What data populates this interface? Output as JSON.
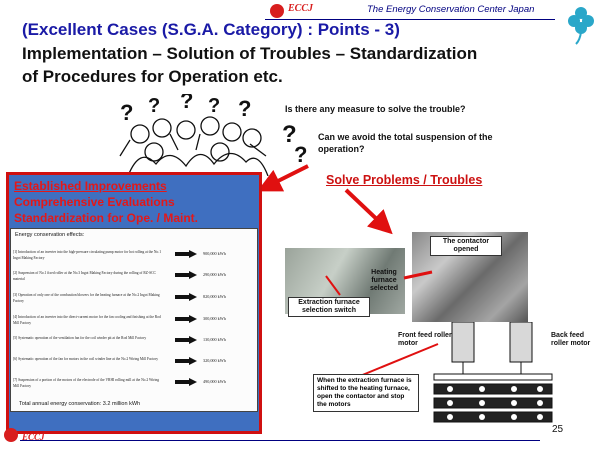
{
  "header": {
    "logo_text": "ECCJ",
    "org": "The Energy Conservation Center Japan"
  },
  "title": {
    "line1": "(Excellent Cases (S.G.A. Category) : Points - 3)",
    "line2": "Implementation – Solution of Troubles – Standardization",
    "line3": "of Procedures for Operation etc."
  },
  "questions": {
    "q1": "Is there any measure to solve the trouble?",
    "q2": "Can we avoid the total suspension of the operation?"
  },
  "solve_heading": "Solve Problems / Troubles",
  "improvements": {
    "line1": "Established Improvements",
    "line2": "Comprehensive Evaluations",
    "line3": "Standardization for Ope. / Maint."
  },
  "energy": {
    "title": "Energy conservation effects:",
    "items": [
      {
        "text": "[1] Introduction of an inverter into the high-pressure circulating pump motor for hot rolling at the No.1 Ingot Making Factory",
        "value": "900,000 kWh"
      },
      {
        "text": "[2] Suspension of No.1 fixed roller at the No.3 Ingot Making Factory during the rolling of RZ-SCC material",
        "value": "290,000 kWh"
      },
      {
        "text": "[3] Operation of only one of the combustion blowers for the heating furnace at the No.2 Ingot Making Factory",
        "value": "820,000 kWh"
      },
      {
        "text": "[4] Introduction of an inverter into the direct-current motor for the fan cooling and finishing at the Rod Mill Factory",
        "value": "300,000 kWh"
      },
      {
        "text": "[5] Systematic operation of the ventilation fan for the coil winder pit at the Rod Mill Factory",
        "value": "130,000 kWh"
      },
      {
        "text": "[6] Systematic operation of the fan for motors in the coil winder line at the No.2 Wiring Mill Factory",
        "value": "320,000 kWh"
      },
      {
        "text": "[7] Suspension of a portion of the motors of the electrode of the VRHI rolling mill at the No.2 Wiring Mill Factory",
        "value": "490,000 kWh"
      }
    ],
    "total": "Total annual energy conservation: 3.2 million kWh"
  },
  "labels": {
    "contactor": "The contactor opened",
    "heating": "Heating furnace selected",
    "switch": "Extraction furnace selection switch",
    "front_motor": "Front feed roller motor",
    "back_motor": "Back feed roller motor",
    "note": "When the extraction furnace is shifted to the heating furnace, open the contactor and stop the motors"
  },
  "page_number": "25",
  "footer": {
    "logo_text": "ECCJ"
  }
}
